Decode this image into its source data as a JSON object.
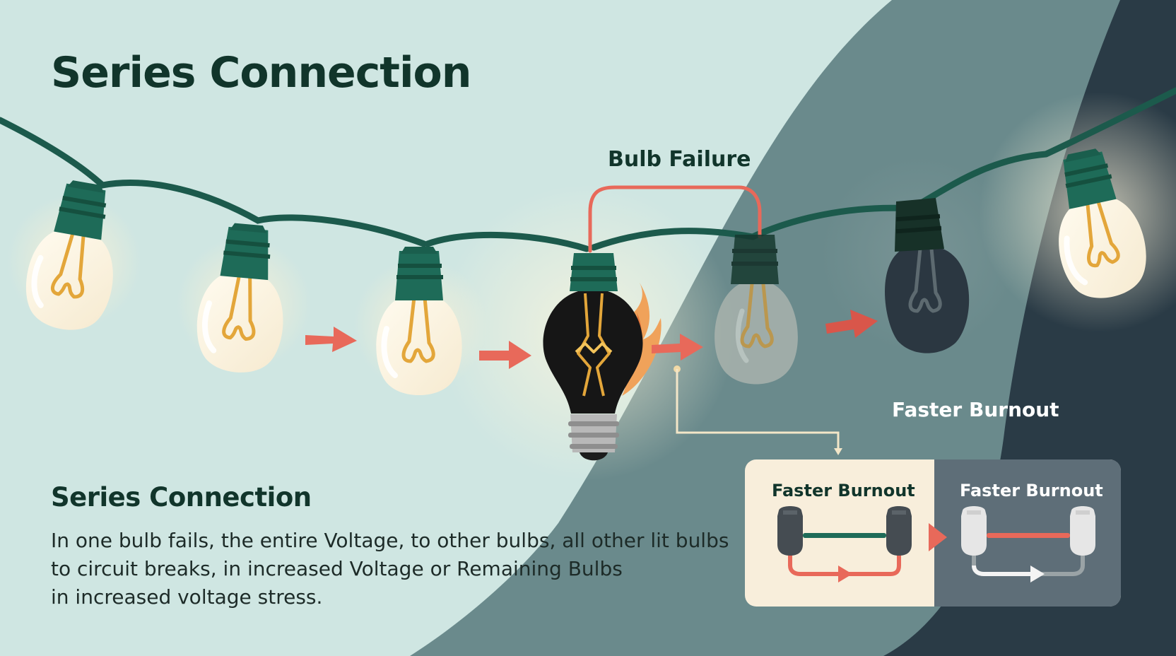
{
  "title": "Series Connection",
  "callouts": {
    "bulb_failure": "Bulb Failure",
    "faster_burnout_top": "Faster Burnout"
  },
  "panel": {
    "left_title": "Faster Burnout",
    "right_title": "Faster Burnout"
  },
  "description": {
    "heading": "Series Connection",
    "line1": "In one bulb fails, the entire Voltage, to other bulbs, all other lit bulbs",
    "line2": "to circuit breaks, in increased Voltage or Remaining Bulbs",
    "line3": "in increased voltage stress."
  },
  "bulbs": [
    {
      "state": "lit"
    },
    {
      "state": "lit"
    },
    {
      "state": "lit"
    },
    {
      "state": "burned"
    },
    {
      "state": "dim"
    },
    {
      "state": "dark"
    },
    {
      "state": "lit"
    }
  ],
  "colors": {
    "background_light": "#cfe6e2",
    "wave_mid": "#6a8a8c",
    "wave_dark": "#2a3b46",
    "wire": "#1c5a4c",
    "socket": "#1e6b58",
    "arrow": "#e8695a",
    "filament": "#e3a63a",
    "title": "#11352b"
  },
  "icons": [
    "arrow-right-icon",
    "bulb-icon",
    "flame-icon",
    "plug-icon"
  ]
}
